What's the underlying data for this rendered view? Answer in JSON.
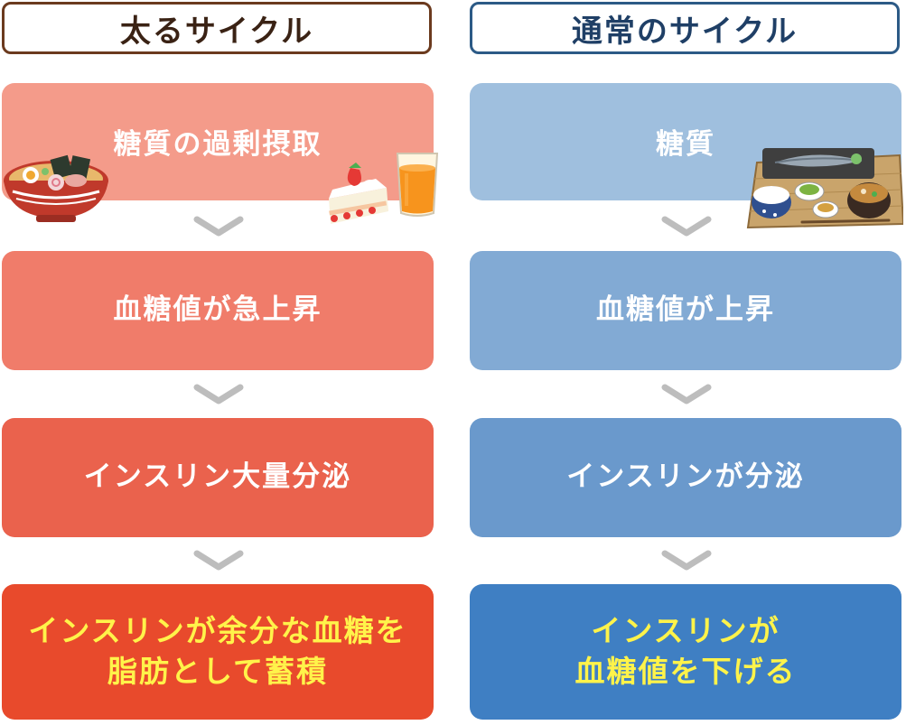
{
  "colors": {
    "left_header_border": "#6b3a1e",
    "left_header_text": "#3a2214",
    "right_header_border": "#2c5a86",
    "right_header_text": "#1f3f66",
    "left_steps": [
      "#f49b8a",
      "#f07c6a",
      "#ea624d",
      "#e84a2c"
    ],
    "right_steps": [
      "#9fbfde",
      "#82aad4",
      "#6a99cc",
      "#3f7fc3"
    ],
    "chevron": "#bdbdbd",
    "final_text": "#fff34a"
  },
  "left": {
    "title": "太るサイクル",
    "steps": [
      "糖質の過剰摂取",
      "血糖値が急上昇",
      "インスリン大量分泌"
    ],
    "final": [
      "インスリンが余分な血糖を",
      "脂肪として蓄積"
    ],
    "illustrations": [
      "ramen-bowl",
      "strawberry-shortcake",
      "orange-juice-glass"
    ]
  },
  "right": {
    "title": "通常のサイクル",
    "steps": [
      "糖質",
      "血糖値が上昇",
      "インスリンが分泌"
    ],
    "final": [
      "インスリンが",
      "血糖値を下げる"
    ],
    "illustrations": [
      "japanese-set-meal-tray"
    ]
  }
}
